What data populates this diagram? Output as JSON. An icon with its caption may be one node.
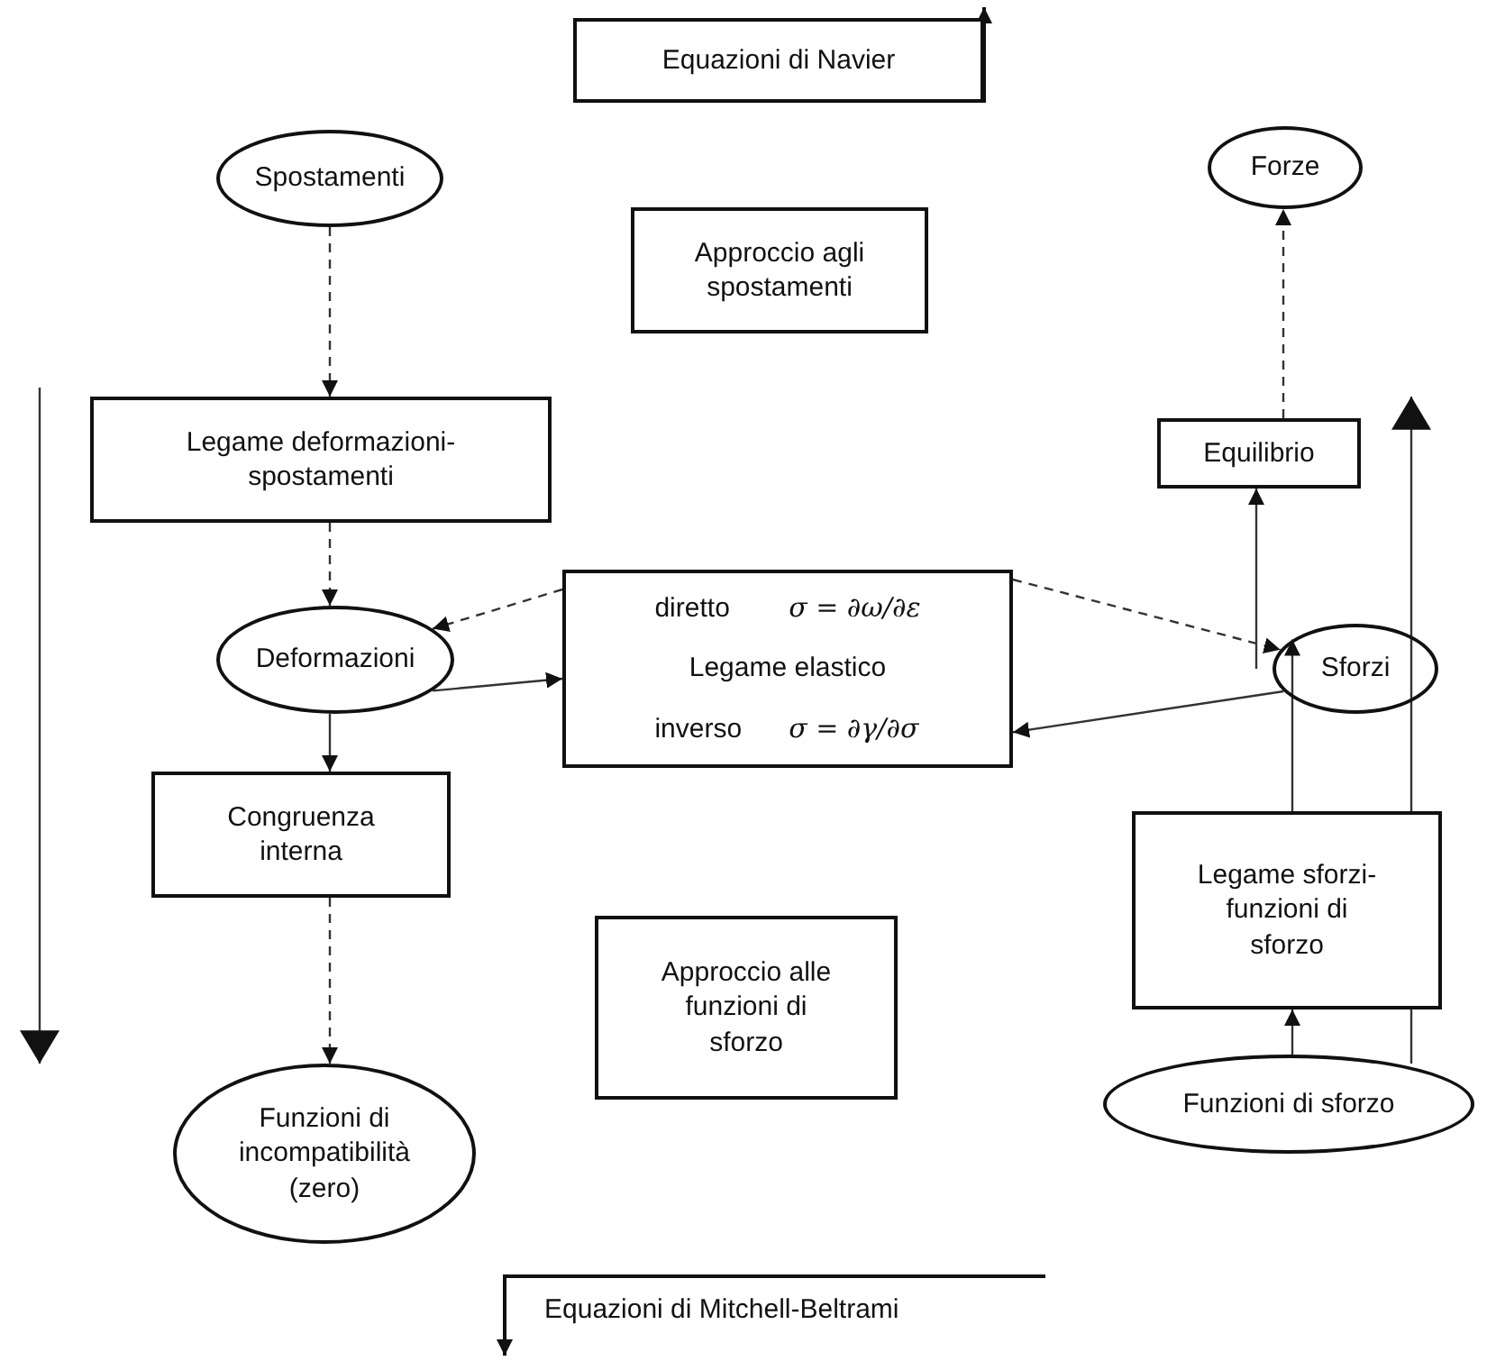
{
  "diagram": {
    "nodes": [
      {
        "text": [
          "Equazioni di Navier"
        ]
      },
      {
        "text": [
          "Spostamenti"
        ]
      },
      {
        "text": [
          "Forze"
        ]
      },
      {
        "text": [
          "Approccio agli spostamenti"
        ]
      },
      {
        "text": [
          "Legame deformazioni-spostamenti"
        ]
      },
      {
        "text": [
          "Equilibrio"
        ]
      },
      {
        "text": [
          "Deformazioni"
        ]
      },
      {
        "text": [
          "diretto",
          "σ = ∂ω/∂ε",
          "Legame elastico",
          "inverso",
          "σ = ∂γ/∂σ"
        ]
      },
      {
        "text": [
          "Sforzi"
        ]
      },
      {
        "text": [
          "Congruenza interna"
        ]
      },
      {
        "text": [
          "Legame sforzi-funzioni di sforzo"
        ]
      },
      {
        "text": [
          "Approccio alle funzioni di sforzo"
        ]
      },
      {
        "text": [
          "Funzioni di incompatibilità (zero)"
        ]
      },
      {
        "text": [
          "Funzioni di sforzo"
        ]
      }
    ],
    "edges": [
      {
        "from": 1,
        "to": 4,
        "arrow": "to",
        "style": "dashed"
      },
      {
        "from": 4,
        "to": 6,
        "arrow": "to",
        "style": "dashed"
      },
      {
        "from": 6,
        "to": 9,
        "arrow": "to"
      },
      {
        "from": 9,
        "to": 12,
        "arrow": "to",
        "style": "dashed"
      },
      {
        "from": 7,
        "to": 6,
        "arrow": "to",
        "style": "dashed"
      },
      {
        "from": 6,
        "to": 7,
        "arrow": "to"
      },
      {
        "from": 7,
        "to": 8,
        "arrow": "to",
        "style": "dashed"
      },
      {
        "from": 8,
        "to": 7,
        "arrow": "to"
      },
      {
        "from": 13,
        "to": 10,
        "arrow": "to"
      },
      {
        "from": 10,
        "to": 8,
        "arrow": "to"
      },
      {
        "from": 8,
        "to": 5,
        "arrow": "to"
      },
      {
        "from": 5,
        "to": 2,
        "arrow": "to",
        "style": "dashed"
      }
    ],
    "labels": [
      "Equazioni di Mitchell-Beltrami"
    ]
  }
}
